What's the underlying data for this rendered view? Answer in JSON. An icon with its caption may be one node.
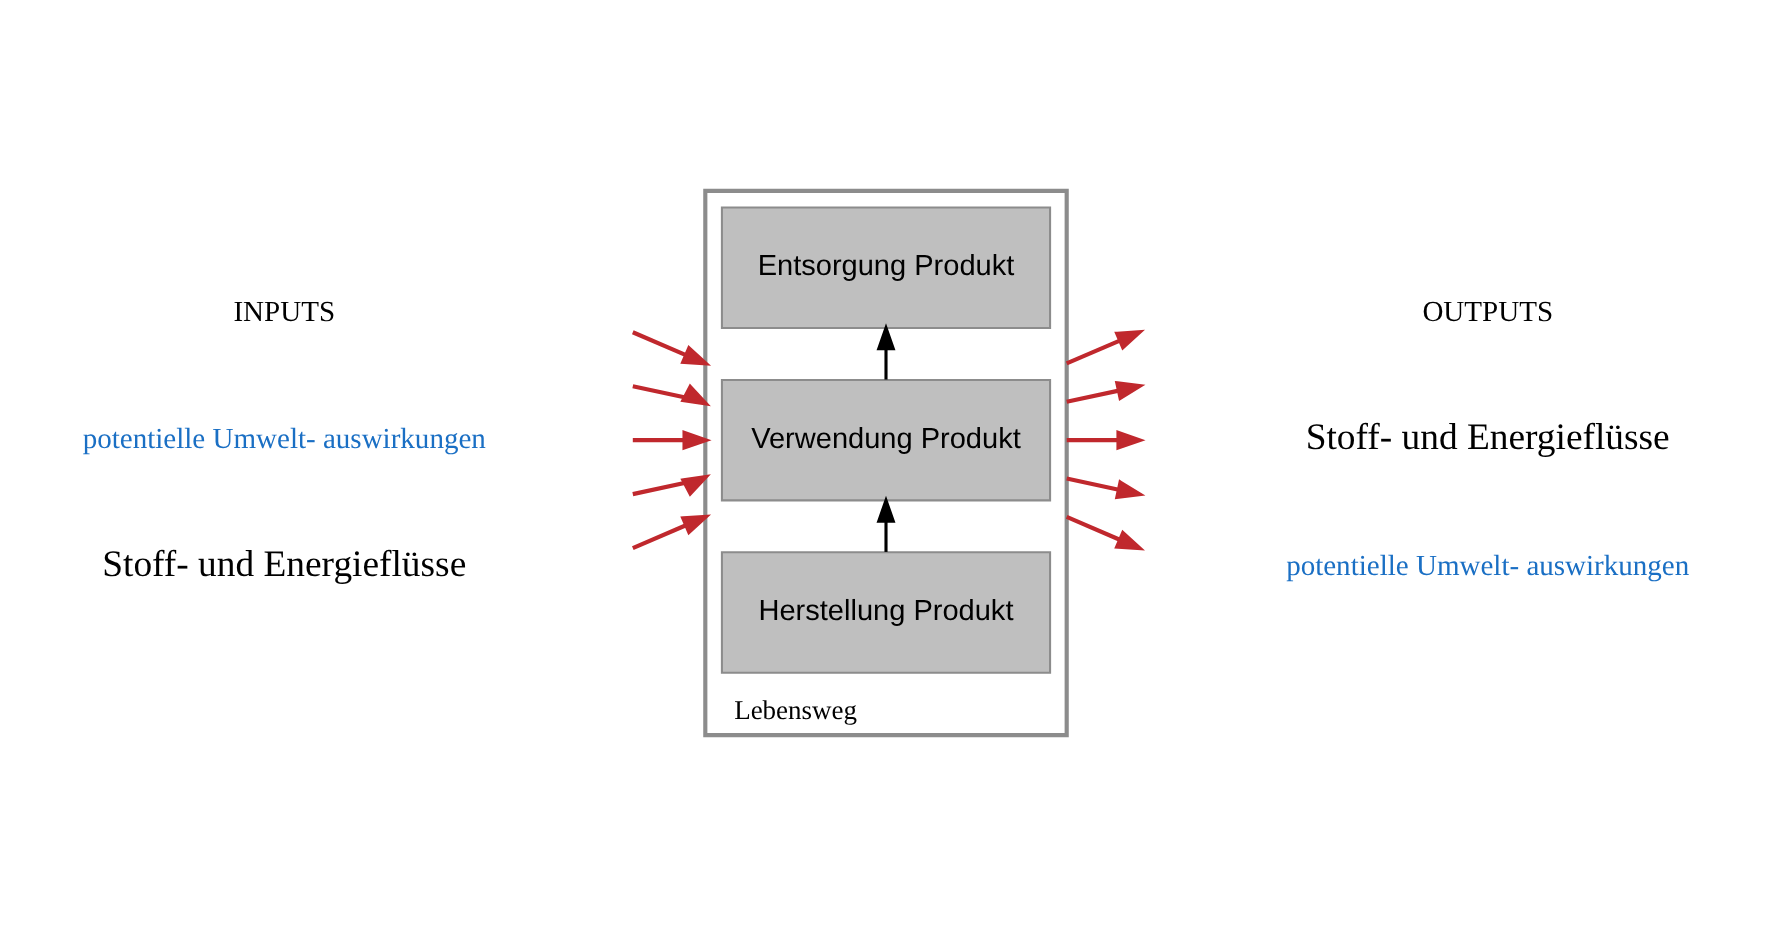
{
  "diagram": {
    "nodes": [
      {
        "text": [
          "Lebensweg"
        ]
      },
      {
        "text": [
          "Herstellung Produkt"
        ],
        "in": 0
      },
      {
        "text": [
          "Verwendung Produkt"
        ],
        "in": 0
      },
      {
        "text": [
          "Entsorgung Produkt"
        ],
        "in": 0
      }
    ],
    "edges": [
      {
        "from": 1,
        "to": 2,
        "arrow": "to",
        "color": "#000000"
      },
      {
        "from": 2,
        "to": 3,
        "arrow": "to",
        "color": "#000000"
      },
      {
        "from": null,
        "to": 0,
        "arrow": "to"
      },
      {
        "from": null,
        "to": 0,
        "arrow": "to"
      },
      {
        "from": null,
        "to": 0,
        "arrow": "to"
      },
      {
        "from": null,
        "to": 0,
        "arrow": "to"
      },
      {
        "from": null,
        "to": 0,
        "arrow": "to"
      },
      {
        "from": 0,
        "to": null,
        "arrow": "to"
      },
      {
        "from": 0,
        "to": null,
        "arrow": "to"
      },
      {
        "from": 0,
        "to": null,
        "arrow": "to"
      },
      {
        "from": 0,
        "to": null,
        "arrow": "to"
      },
      {
        "from": 0,
        "to": null,
        "arrow": "to"
      }
    ],
    "labels": [
      "INPUTS",
      "OUTPUTS",
      "potentielle Umwelt- auswirkungen",
      "Stoff- und Energieflüsse",
      "Stoff- und Energieflüsse",
      "potentielle Umwelt- auswirkungen"
    ]
  }
}
